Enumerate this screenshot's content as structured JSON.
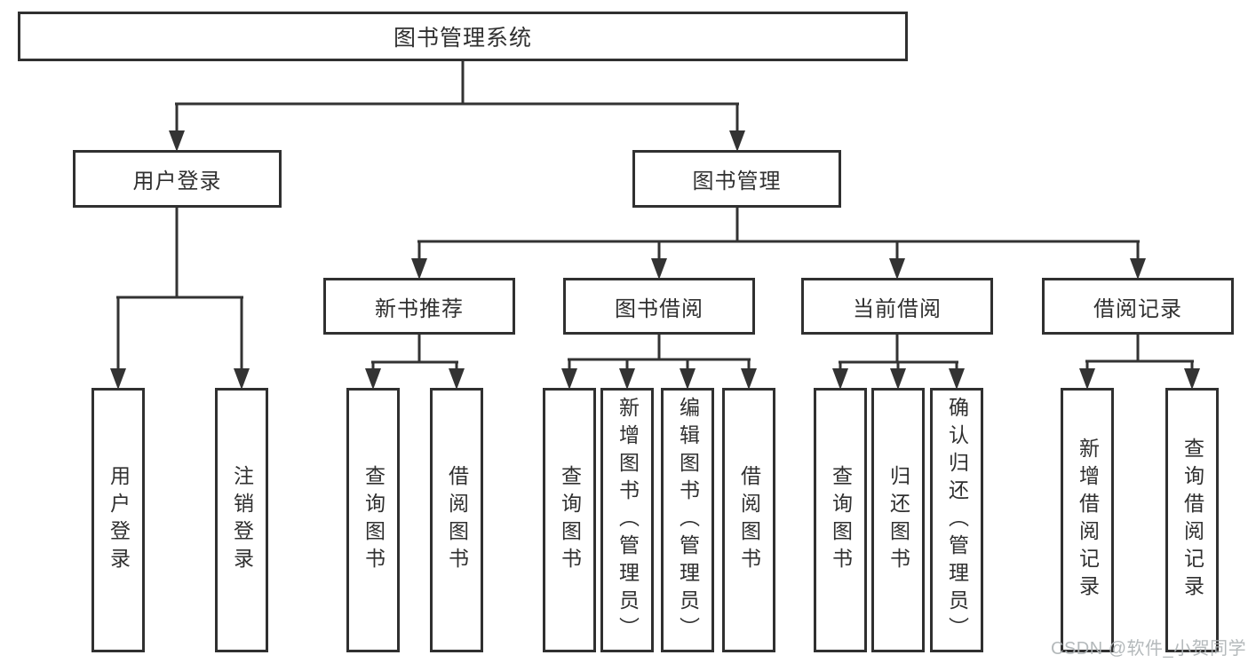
{
  "diagram": {
    "title": "图书管理系统",
    "level2": [
      {
        "id": "user-login",
        "label": "用户登录"
      },
      {
        "id": "book-management",
        "label": "图书管理"
      }
    ],
    "level3": [
      {
        "id": "new-book-recommendation",
        "label": "新书推荐",
        "parent": "图书管理"
      },
      {
        "id": "book-borrowing",
        "label": "图书借阅",
        "parent": "图书管理"
      },
      {
        "id": "current-borrowing",
        "label": "当前借阅",
        "parent": "图书管理"
      },
      {
        "id": "borrowing-records",
        "label": "借阅记录",
        "parent": "图书管理"
      }
    ],
    "leaves": [
      {
        "label": "用户登录",
        "parent": "用户登录"
      },
      {
        "label": "注销登录",
        "parent": "用户登录"
      },
      {
        "label": "查询图书",
        "parent": "新书推荐"
      },
      {
        "label": "借阅图书",
        "parent": "新书推荐"
      },
      {
        "label": "查询图书",
        "parent": "图书借阅"
      },
      {
        "label": "新增图书（管理员）",
        "parent": "图书借阅"
      },
      {
        "label": "编辑图书（管理员）",
        "parent": "图书借阅"
      },
      {
        "label": "借阅图书",
        "parent": "图书借阅"
      },
      {
        "label": "查询图书",
        "parent": "当前借阅"
      },
      {
        "label": "归还图书",
        "parent": "当前借阅"
      },
      {
        "label": "确认归还（管理员）",
        "parent": "当前借阅"
      },
      {
        "label": "新增借阅记录",
        "parent": "借阅记录"
      },
      {
        "label": "查询借阅记录",
        "parent": "借阅记录"
      }
    ],
    "watermark": "CSDN @软件_小贺同学",
    "colors": {
      "line": "#333333",
      "box_border": "#303030",
      "text": "#303030",
      "watermark": "#aeb4b6",
      "background": "#ffffff"
    }
  }
}
